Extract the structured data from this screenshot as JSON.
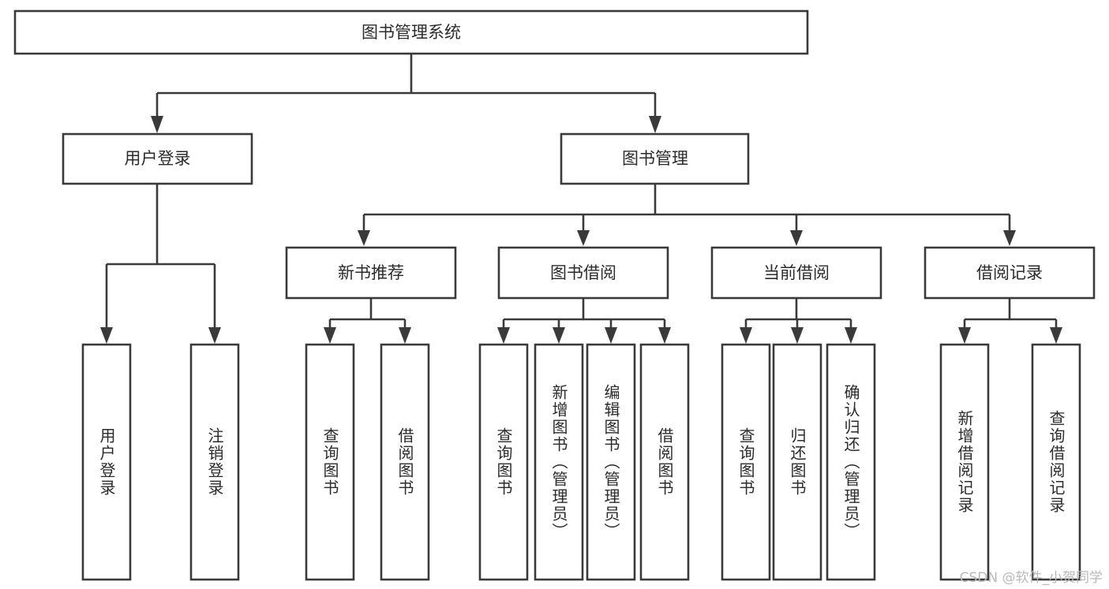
{
  "diagram": {
    "title": "图书管理系统",
    "type": "tree",
    "orientation": "top-down",
    "root": {
      "label": "图书管理系统"
    },
    "level1": [
      {
        "label": "用户登录"
      },
      {
        "label": "图书管理"
      }
    ],
    "level2": [
      {
        "label": "新书推荐",
        "parent": "图书管理"
      },
      {
        "label": "图书借阅",
        "parent": "图书管理"
      },
      {
        "label": "当前借阅",
        "parent": "图书管理"
      },
      {
        "label": "借阅记录",
        "parent": "图书管理"
      }
    ],
    "leaves": {
      "user_login": [
        {
          "label": "用户登录"
        },
        {
          "label": "注销登录"
        }
      ],
      "new_book_recommend": [
        {
          "label": "查询图书"
        },
        {
          "label": "借阅图书"
        }
      ],
      "book_borrow": [
        {
          "label": "查询图书"
        },
        {
          "label": "新增图书（管理员）"
        },
        {
          "label": "编辑图书（管理员）"
        },
        {
          "label": "借阅图书"
        }
      ],
      "current_borrow": [
        {
          "label": "查询图书"
        },
        {
          "label": "归还图书"
        },
        {
          "label": "确认归还（管理员）"
        }
      ],
      "borrow_record": [
        {
          "label": "新增借阅记录"
        },
        {
          "label": "查询借阅记录"
        }
      ]
    }
  },
  "watermark": {
    "text": "CSDN @软件_小贺同学"
  },
  "colors": {
    "background": "#ffffff",
    "stroke": "#3a3a3a",
    "text": "#2b2b2b",
    "watermark": "#b9b9b9"
  }
}
